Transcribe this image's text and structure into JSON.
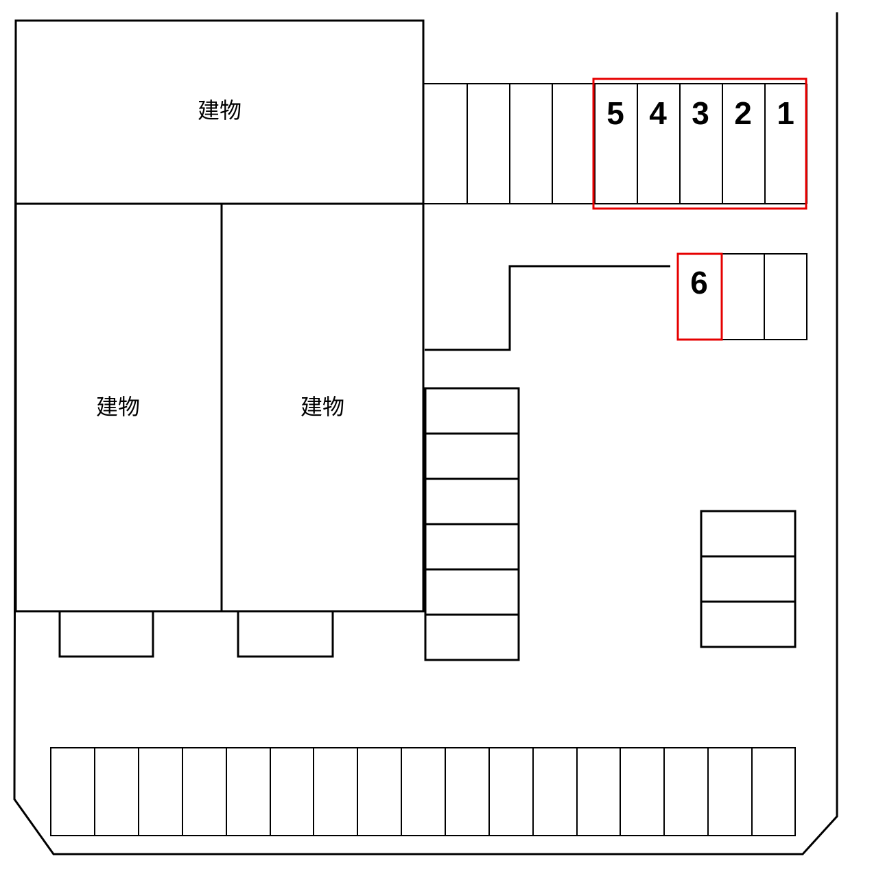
{
  "buildings": {
    "top": {
      "label": "建物"
    },
    "left": {
      "label": "建物"
    },
    "middle": {
      "label": "建物"
    }
  },
  "spaces": {
    "top_row_numbers": [
      "5",
      "4",
      "3",
      "2",
      "1"
    ],
    "second_row_number": "6"
  },
  "colors": {
    "line": "#000000",
    "highlight": "#e60000",
    "background": "#ffffff"
  }
}
